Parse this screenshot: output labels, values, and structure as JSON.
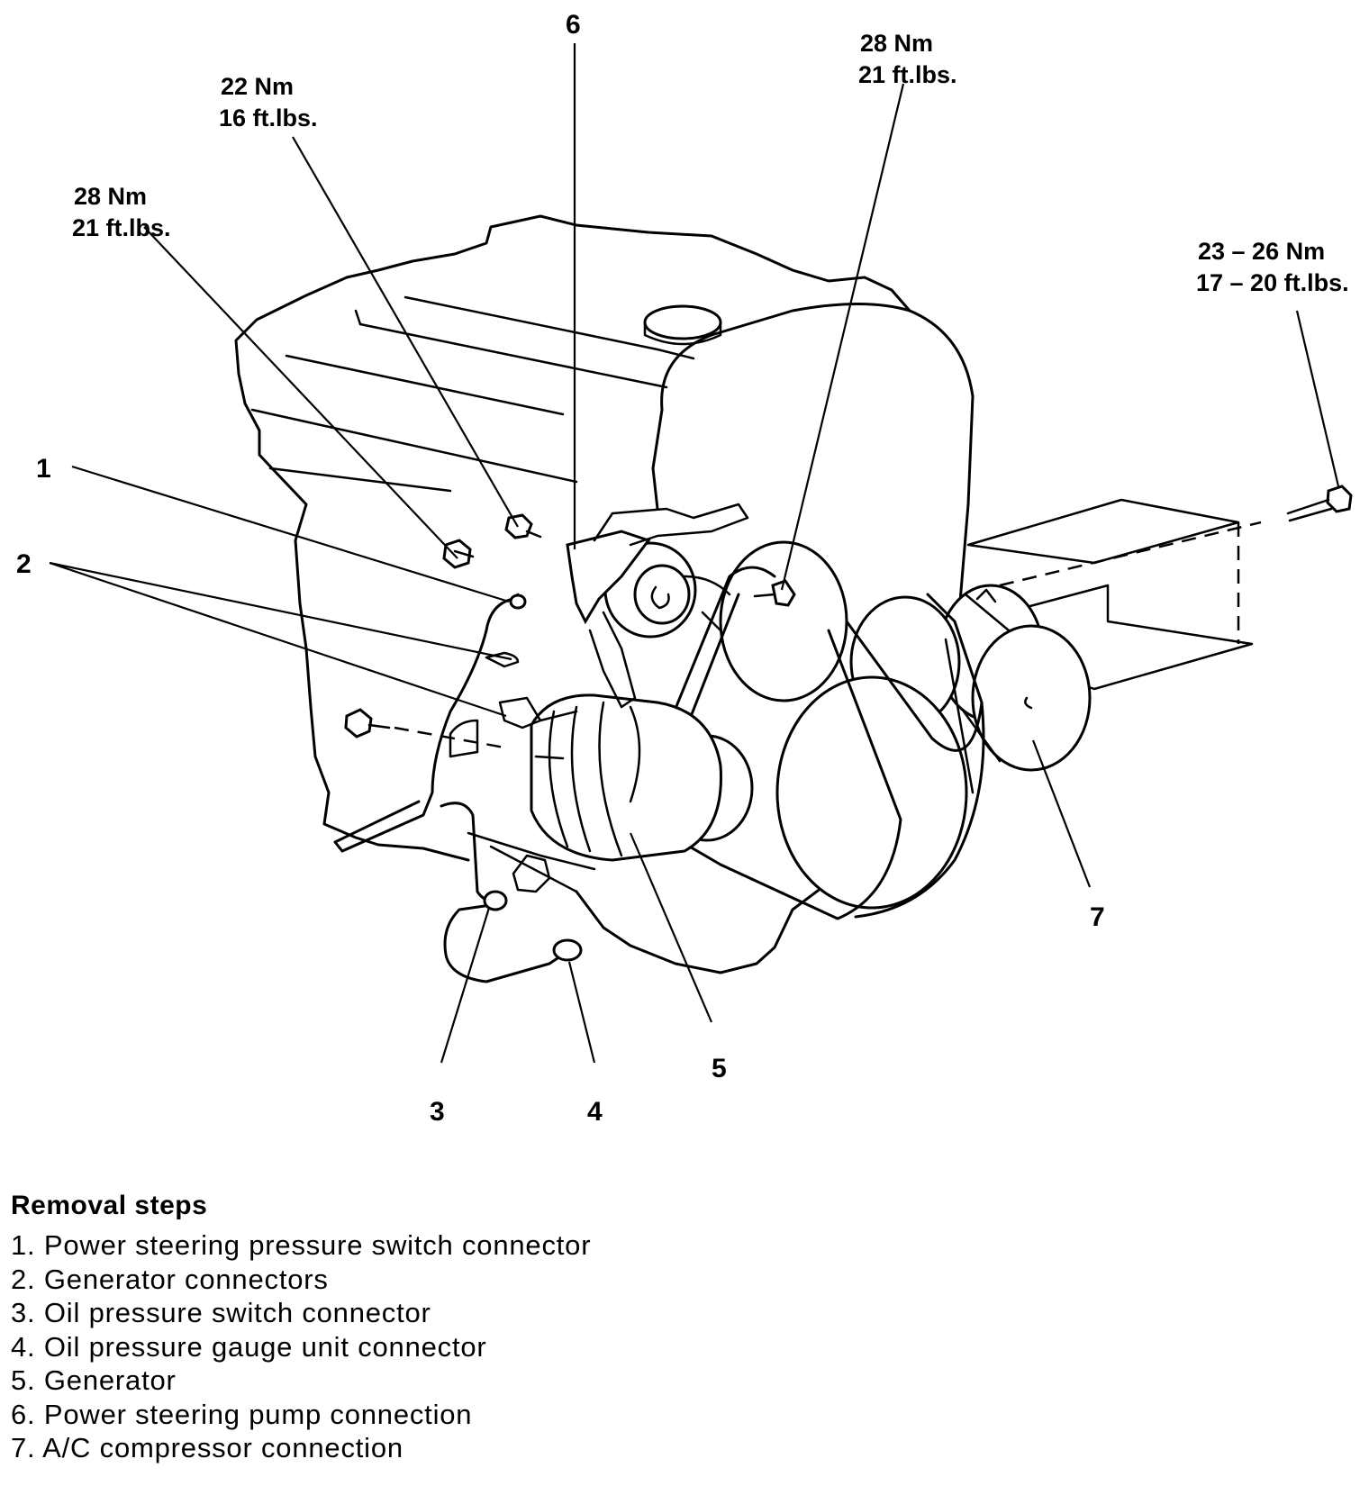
{
  "callouts": {
    "c1": "1",
    "c2": "2",
    "c3": "3",
    "c4": "4",
    "c5": "5",
    "c6": "6",
    "c7": "7"
  },
  "torques": {
    "t_left": {
      "nm": "28 Nm",
      "ftlbs": "21 ft.lbs."
    },
    "t_upper": {
      "nm": "22 Nm",
      "ftlbs": "16 ft.lbs."
    },
    "t_center": {
      "nm": "28 Nm",
      "ftlbs": "21 ft.lbs."
    },
    "t_right": {
      "nm": "23 – 26 Nm",
      "ftlbs": "17 – 20 ft.lbs."
    }
  },
  "legend": {
    "title": "Removal steps",
    "items": [
      "1. Power steering pressure switch connector",
      "2. Generator connectors",
      "3. Oil pressure switch connector",
      "4. Oil pressure gauge unit connector",
      "5. Generator",
      "6. Power steering pump connection",
      "7. A/C compressor connection"
    ]
  }
}
